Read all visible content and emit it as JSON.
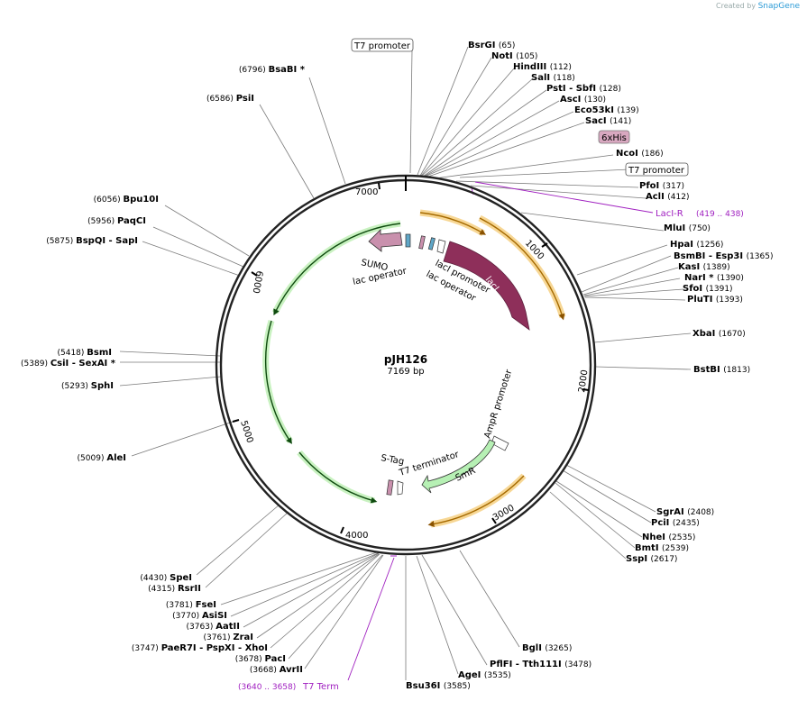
{
  "credit": {
    "prefix": "Created by",
    "brand": "SnapGene"
  },
  "plasmid": {
    "name": "pJH126",
    "length_label": "7169 bp",
    "length": 7169
  },
  "ticks": [
    "1000",
    "2000",
    "3000",
    "4000",
    "5000",
    "6000",
    "7000"
  ],
  "sites": [
    {
      "name": "BsaBI *",
      "pos": "(6796)",
      "side": "left"
    },
    {
      "name": "PsiI",
      "pos": "(6586)",
      "side": "left"
    },
    {
      "name": "Bpu10I",
      "pos": "(6056)",
      "side": "left"
    },
    {
      "name": "PaqCI",
      "pos": "(5956)",
      "side": "left"
    },
    {
      "name": "BspQI   - SapI",
      "pos": "(5875)",
      "side": "left"
    },
    {
      "name": "BsmI",
      "pos": "(5418)",
      "side": "left"
    },
    {
      "name": "CsiI   - SexAI *",
      "pos": "(5389)",
      "side": "left"
    },
    {
      "name": "SphI",
      "pos": "(5293)",
      "side": "left"
    },
    {
      "name": "AleI",
      "pos": "(5009)",
      "side": "left"
    },
    {
      "name": "SpeI",
      "pos": "(4430)",
      "side": "left"
    },
    {
      "name": "RsrII",
      "pos": "(4315)",
      "side": "left"
    },
    {
      "name": "FseI",
      "pos": "(3781)",
      "side": "left"
    },
    {
      "name": "AsiSI",
      "pos": "(3770)",
      "side": "left"
    },
    {
      "name": "AatII",
      "pos": "(3763)",
      "side": "left"
    },
    {
      "name": "ZraI",
      "pos": "(3761)",
      "side": "left"
    },
    {
      "name": "PaeR7I   - PspXI   - XhoI",
      "pos": "(3747)",
      "side": "left"
    },
    {
      "name": "PacI",
      "pos": "(3678)",
      "side": "left"
    },
    {
      "name": "AvrII",
      "pos": "(3668)",
      "side": "left"
    },
    {
      "name": "BsrGI",
      "pos": "(65)",
      "side": "right"
    },
    {
      "name": "NotI",
      "pos": "(105)",
      "side": "right"
    },
    {
      "name": "HindIII",
      "pos": "(112)",
      "side": "right"
    },
    {
      "name": "SalI",
      "pos": "(118)",
      "side": "right"
    },
    {
      "name": "PstI   - SbfI",
      "pos": "(128)",
      "side": "right"
    },
    {
      "name": "AscI",
      "pos": "(130)",
      "side": "right"
    },
    {
      "name": "Eco53kI",
      "pos": "(139)",
      "side": "right"
    },
    {
      "name": "SacI",
      "pos": "(141)",
      "side": "right"
    },
    {
      "name": "NcoI",
      "pos": "(186)",
      "side": "right"
    },
    {
      "name": "PfoI",
      "pos": "(317)",
      "side": "right"
    },
    {
      "name": "AclI",
      "pos": "(412)",
      "side": "right"
    },
    {
      "name": "MluI",
      "pos": "(750)",
      "side": "right"
    },
    {
      "name": "HpaI",
      "pos": "(1256)",
      "side": "right"
    },
    {
      "name": "BsmBI   - Esp3I",
      "pos": "(1365)",
      "side": "right"
    },
    {
      "name": "KasI",
      "pos": "(1389)",
      "side": "right"
    },
    {
      "name": "NarI *",
      "pos": "(1390)",
      "side": "right"
    },
    {
      "name": "SfoI",
      "pos": "(1391)",
      "side": "right"
    },
    {
      "name": "PluTI",
      "pos": "(1393)",
      "side": "right"
    },
    {
      "name": "XbaI",
      "pos": "(1670)",
      "side": "right"
    },
    {
      "name": "BstBI",
      "pos": "(1813)",
      "side": "right"
    },
    {
      "name": "SgrAI",
      "pos": "(2408)",
      "side": "right"
    },
    {
      "name": "PciI",
      "pos": "(2435)",
      "side": "right"
    },
    {
      "name": "NheI",
      "pos": "(2535)",
      "side": "right"
    },
    {
      "name": "BmtI",
      "pos": "(2539)",
      "side": "right"
    },
    {
      "name": "SspI",
      "pos": "(2617)",
      "side": "right"
    },
    {
      "name": "BglI",
      "pos": "(3265)",
      "side": "right"
    },
    {
      "name": "PflFI   - Tth111I",
      "pos": "(3478)",
      "side": "right"
    },
    {
      "name": "AgeI",
      "pos": "(3535)",
      "side": "right"
    },
    {
      "name": "Bsu36I",
      "pos": "(3585)",
      "side": "right"
    }
  ],
  "boxed_labels": [
    {
      "text": "T7 promoter",
      "kind": "promoter"
    },
    {
      "text": "6xHis",
      "kind": "tag"
    },
    {
      "text": "T7 promoter",
      "kind": "promoter"
    }
  ],
  "primers": [
    {
      "name": "LacI-R",
      "range": "(419 .. 438)",
      "color": "#a020c0"
    },
    {
      "name": "T7 Term",
      "range": "(3640 .. 3658)",
      "color": "#a020c0"
    }
  ],
  "features": [
    {
      "text": "lacI",
      "color": "#8e2f5a"
    },
    {
      "text": "SmR",
      "color": "#b6f0b4"
    },
    {
      "text": "SUMO",
      "color": "#c990ad"
    },
    {
      "text": "lac operator",
      "color": "#ffffff"
    },
    {
      "text": "lacI promoter",
      "color": "#ffffff"
    },
    {
      "text": "lac operator",
      "color": "#ffffff"
    },
    {
      "text": "AmpR promoter",
      "color": "#ffffff"
    },
    {
      "text": "S-Tag",
      "color": "#c990ad"
    },
    {
      "text": "T7 terminator",
      "color": "#ffffff"
    }
  ],
  "colors": {
    "orf_orange": "#f2b53c",
    "orf_green": "#58c84a",
    "backbone": "#222222"
  }
}
